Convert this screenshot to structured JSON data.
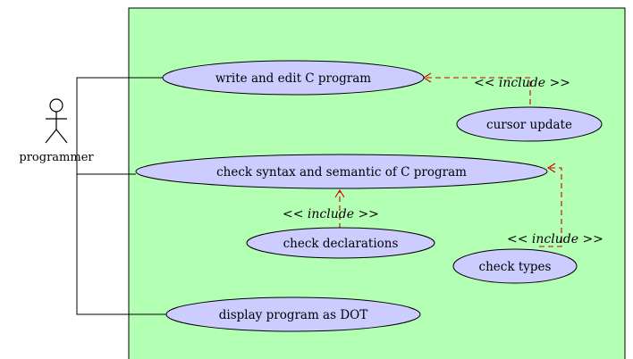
{
  "colors": {
    "system_fill": "#b3ffb3",
    "usecase_fill": "#ccccff",
    "include_line": "#cc0000",
    "line": "#000000"
  },
  "actor": {
    "name": "programmer",
    "icon": "stick-figure-icon"
  },
  "use_cases": {
    "write_edit": "write and edit C program",
    "cursor_update": "cursor update",
    "check_syntax": "check syntax and semantic of C program",
    "check_declarations": "check declarations",
    "check_types": "check types",
    "display_dot": "display program as DOT"
  },
  "include_label": {
    "open": "<<",
    "word": "include",
    "close": ">>"
  }
}
